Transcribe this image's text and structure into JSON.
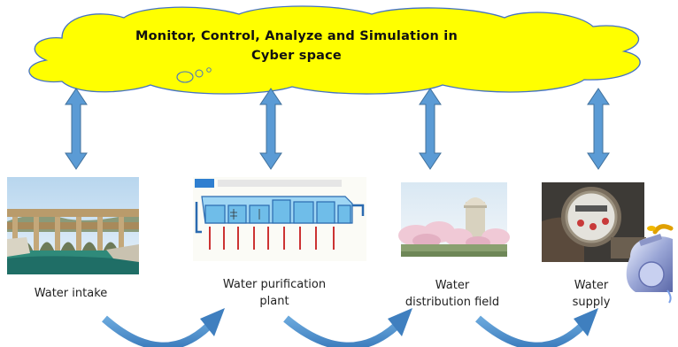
{
  "cloud": {
    "title_line1": "Monitor, Control, Analyze and Simulation in",
    "title_line2": "Cyber space",
    "fill": "#ffff00"
  },
  "stages": [
    {
      "id": "intake",
      "label": "Water intake",
      "image": "aqueduct-bridge"
    },
    {
      "id": "purification",
      "label_line1": "Water purification",
      "label_line2": "plant",
      "image": "purification-plant-diagram"
    },
    {
      "id": "distribution",
      "label_line1": "Water",
      "label_line2": "distribution field",
      "image": "water-tower-with-cherry-trees"
    },
    {
      "id": "supply",
      "label_line1": "Water",
      "label_line2": "supply",
      "image": "water-meter-and-faucet"
    }
  ],
  "colors": {
    "arrow": "#5b9bd5",
    "arrow_border": "#41719c",
    "cloud_border": "#4472c4"
  }
}
